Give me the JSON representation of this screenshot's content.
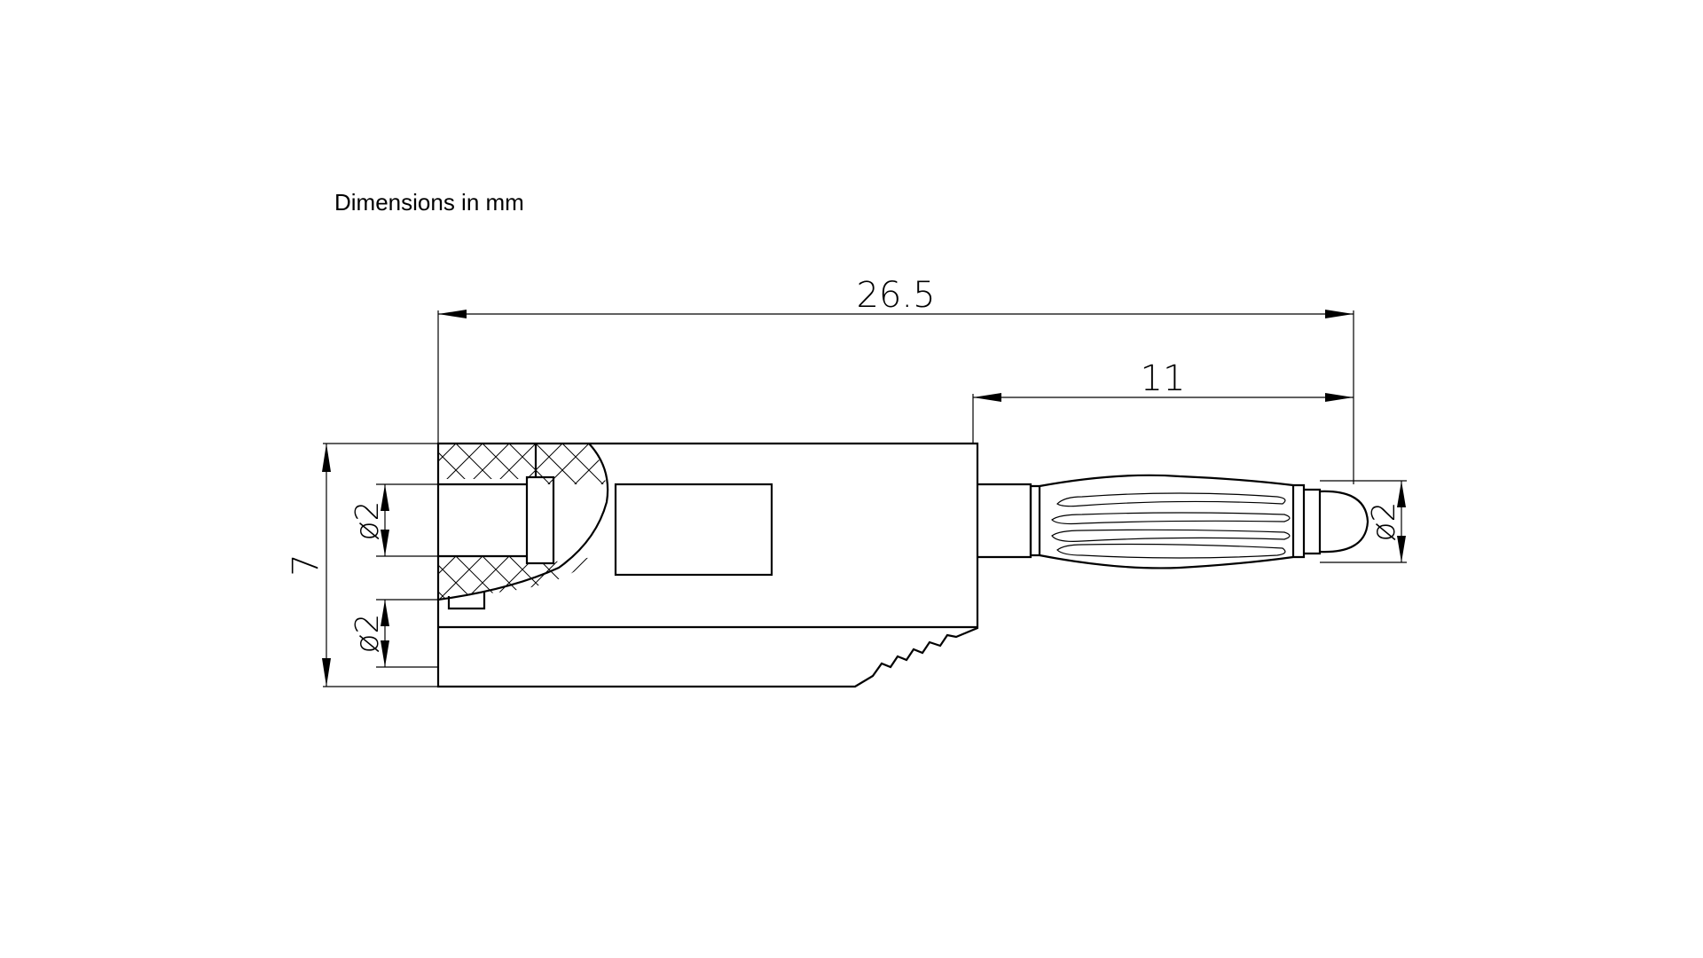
{
  "caption": "Dimensions in mm",
  "dimensions": {
    "overall_length": "26.5",
    "pin_length": "11",
    "height": "7",
    "bore_diameter_top": "ø2",
    "bore_diameter_bottom": "ø2",
    "pin_tip_diameter": "ø2"
  },
  "colors": {
    "line": "#000000",
    "background": "#ffffff"
  }
}
